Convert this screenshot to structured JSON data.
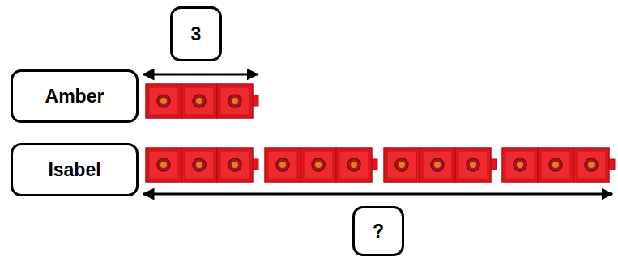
{
  "diagram": {
    "nodes": [
      {
        "text": [
          "3"
        ]
      },
      {
        "text": [
          "Amber"
        ]
      },
      {
        "text": [
          "Isabel"
        ]
      },
      {
        "text": [
          "?"
        ]
      }
    ]
  }
}
